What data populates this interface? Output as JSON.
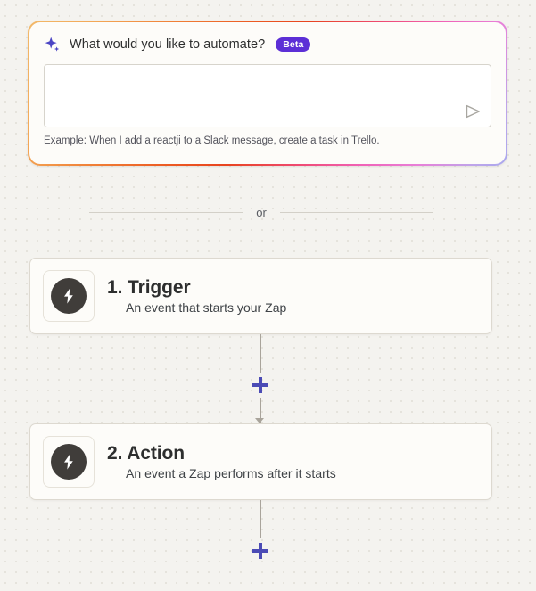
{
  "ai_panel": {
    "sparkle_icon": "sparkle-icon",
    "title": "What would you like to automate?",
    "badge": "Beta",
    "badge_color": "#5c2fd6",
    "input_value": "",
    "input_placeholder": "",
    "send_icon": "send-icon",
    "example_text": "Example: When I add a reactji to a Slack message, create a task in Trello.",
    "border_gradient": [
      "#f2b96a",
      "#f08037",
      "#e8441f",
      "#ef4a73",
      "#f062b7",
      "#bda5ea",
      "#a9a8ee"
    ]
  },
  "divider": {
    "label": "or"
  },
  "steps": [
    {
      "icon": "zapier-bolt-icon",
      "title": "1. Trigger",
      "subtitle": "An event that starts your Zap"
    },
    {
      "icon": "zapier-bolt-icon",
      "title": "2. Action",
      "subtitle": "An event a Zap performs after it starts"
    }
  ],
  "connectors": {
    "add_step_icon": "plus-icon",
    "accent_color": "#4b4bb5",
    "line_color": "#a9a49b"
  },
  "canvas": {
    "background_color": "#f4f3ef",
    "dot_color": "#e0ded6"
  }
}
